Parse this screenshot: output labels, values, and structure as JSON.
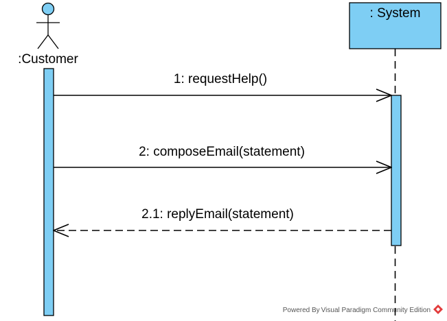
{
  "diagram": {
    "type": "uml-sequence-diagram",
    "participants": [
      {
        "id": "customer",
        "kind": "actor",
        "label": ":Customer"
      },
      {
        "id": "system",
        "kind": "object",
        "label": ": System"
      }
    ],
    "messages": [
      {
        "number": "1",
        "label": "1: requestHelp()",
        "from": "customer",
        "to": "system",
        "kind": "synchronous"
      },
      {
        "number": "2",
        "label": "2: composeEmail(statement)",
        "from": "customer",
        "to": "system",
        "kind": "synchronous"
      },
      {
        "number": "2.1",
        "label": "2.1: replyEmail(statement)",
        "from": "system",
        "to": "customer",
        "kind": "return"
      }
    ]
  },
  "watermark": {
    "text": "Powered By Visual Paradigm Community Edition",
    "logo_icon": "visual-paradigm-logo-icon"
  },
  "colors": {
    "participant_fill": "#7ECEF4",
    "activation_fill": "#7ECEF4",
    "stroke": "#000000",
    "logo_red": "#E23B3B"
  }
}
